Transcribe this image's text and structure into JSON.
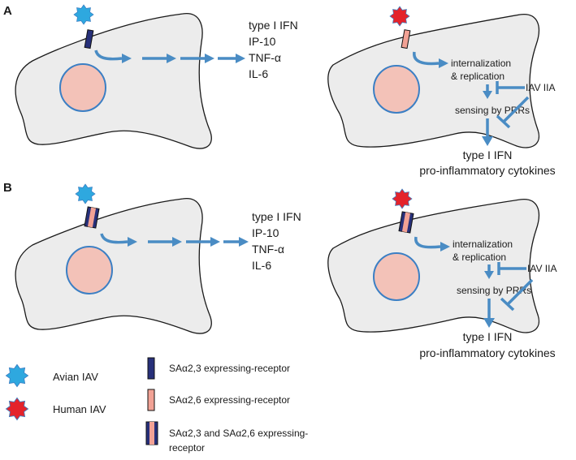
{
  "panels": {
    "a": "A",
    "b": "B"
  },
  "outputs": [
    "type I IFN",
    "IP-10",
    "TNF-α",
    "IL-6"
  ],
  "pathway": {
    "internalization": "internalization",
    "replication": "& replication",
    "inhibitor": "IAV IIA",
    "sensing": "sensing by PRRs",
    "result_1": "type I IFN",
    "result_2": "pro-inflammatory cytokines"
  },
  "legend": {
    "avian": "Avian IAV",
    "human": "Human IAV",
    "r23": "SAα2,3 expressing-receptor",
    "r26": "SAα2,6 expressing-receptor",
    "rboth_1": "SAα2,3 and SAα2,6  expressing-",
    "rboth_2": "receptor"
  },
  "colors": {
    "avian_virus": "#2ea8df",
    "human_virus": "#e4232b",
    "arrow": "#4a8cc4",
    "receptor_23": "#27307a",
    "receptor_26": "#f2a295",
    "cell_fill": "#ececec",
    "nucleus_fill": "#f3c2b8"
  }
}
